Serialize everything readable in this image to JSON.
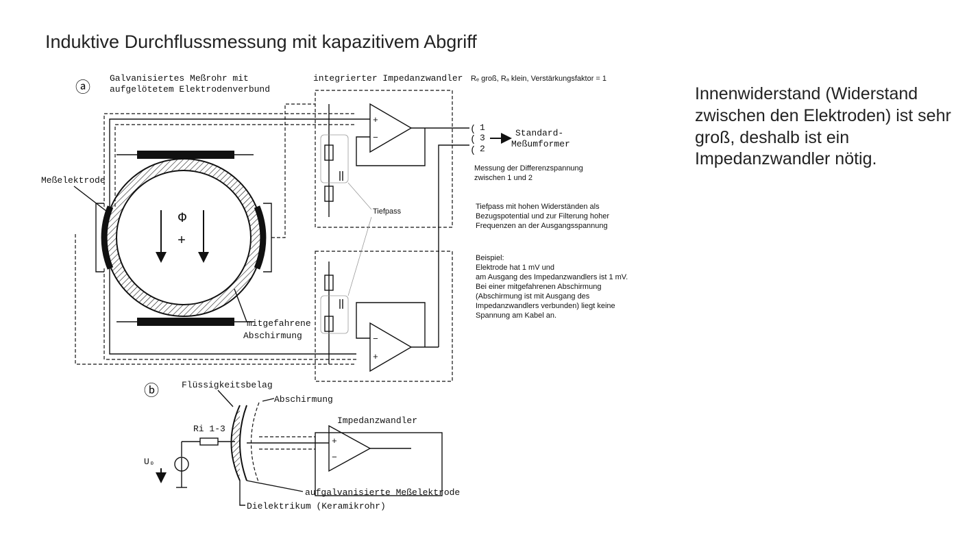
{
  "title": "Induktive Durchflussmessung mit kapazitivem Abgriff",
  "side_note": "Innenwiderstand (Widerstand zwischen den Elektroden) ist sehr groß, deshalb ist ein Impedanzwandler nötig.",
  "diagram": {
    "part_a": "ⓐ",
    "part_b": "ⓑ",
    "tube_label_1": "Galvanisiertes Meßrohr mit",
    "tube_label_2": "aufgelötetem Elektrodenverbund",
    "converter_label": "integrierter Impedanzwandler",
    "converter_spec": "Rₑ groß, Rₐ klein, Verstärkungsfaktor = 1",
    "electrode_label": "Meßelektrode",
    "shield_label_1": "mitgefahrene",
    "shield_label_2": "Abschirmung",
    "lowpass_label": "Tiefpass",
    "terminal_1": "1",
    "terminal_3": "3",
    "terminal_2": "2",
    "transducer_1": "Standard-",
    "transducer_2": "Meßumformer",
    "flux_symbol": "Φ",
    "plus_symbol": "+",
    "note_diff_1": "Messung der Differenzspannung",
    "note_diff_2": "zwischen 1 und 2",
    "note_lp_1": "Tiefpass mit hohen Widerständen als",
    "note_lp_2": "Bezugspotential und zur Filterung hoher",
    "note_lp_3": "Frequenzen an der Ausgangsspannung",
    "ex_1": "Beispiel:",
    "ex_2": "Elektrode hat 1 mV und",
    "ex_3": "am Ausgang des Impedanzwandlers ist 1 mV.",
    "ex_4": "Bei einer mitgefahrenen Abschirmung",
    "ex_5": "(Abschirmung ist mit Ausgang des",
    "ex_6": "Impedanzwandlers verbunden) liegt keine",
    "ex_7": "Spannung am Kabel an.",
    "liquid_label": "Flüssigkeitsbelag",
    "shielding_label": "Abschirmung",
    "imp_label": "Impedanzwandler",
    "ri_label": "Ri 1-3",
    "u0_label": "U₀",
    "electrode_b_label": "aufgalvanisierte Meßelektrode",
    "dielectric_label": "Dielektrikum (Keramikrohr)"
  }
}
